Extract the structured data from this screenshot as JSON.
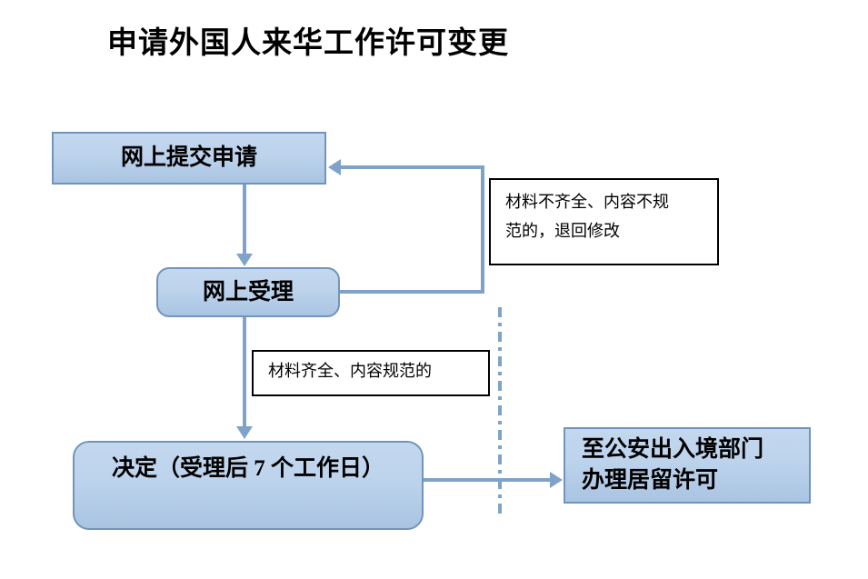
{
  "page": {
    "title": "申请外国人来华工作许可变更",
    "background_color": "#ffffff"
  },
  "theme": {
    "node_fill_top": "#c3d8ef",
    "node_fill_bottom": "#a9c4e2",
    "node_border": "#7195ba",
    "connector_color": "#7fa3c8",
    "annotation_border": "#000000",
    "text_color": "#000000"
  },
  "nodes": {
    "submit": {
      "label": "网上提交申请",
      "shape": "rectangle"
    },
    "accept": {
      "label": "网上受理",
      "shape": "rounded-rectangle"
    },
    "decision": {
      "label": "决定（受理后 7 个工作日）",
      "shape": "rounded-rectangle"
    },
    "residence": {
      "label": "至公安出入境部门\n办理居留许可",
      "shape": "rectangle"
    }
  },
  "annotations": {
    "reject": {
      "label": "材料不齐全、内容不规\n范的，退回修改"
    },
    "pass": {
      "label": "材料齐全、内容规范的"
    }
  },
  "connectors": [
    {
      "name": "submit-to-accept",
      "from": "submit",
      "to": "accept",
      "style": "solid",
      "arrow": "down"
    },
    {
      "name": "accept-to-submit-return",
      "from": "accept",
      "to": "submit",
      "style": "solid",
      "arrow": "left",
      "annotation": "reject"
    },
    {
      "name": "accept-to-decision",
      "from": "accept",
      "to": "decision",
      "style": "solid",
      "arrow": "down",
      "annotation": "pass"
    },
    {
      "name": "decision-to-residence",
      "from": "decision",
      "to": "residence",
      "style": "solid",
      "arrow": "right"
    },
    {
      "name": "phase-divider",
      "style": "dash-dot",
      "arrow": "none"
    }
  ]
}
